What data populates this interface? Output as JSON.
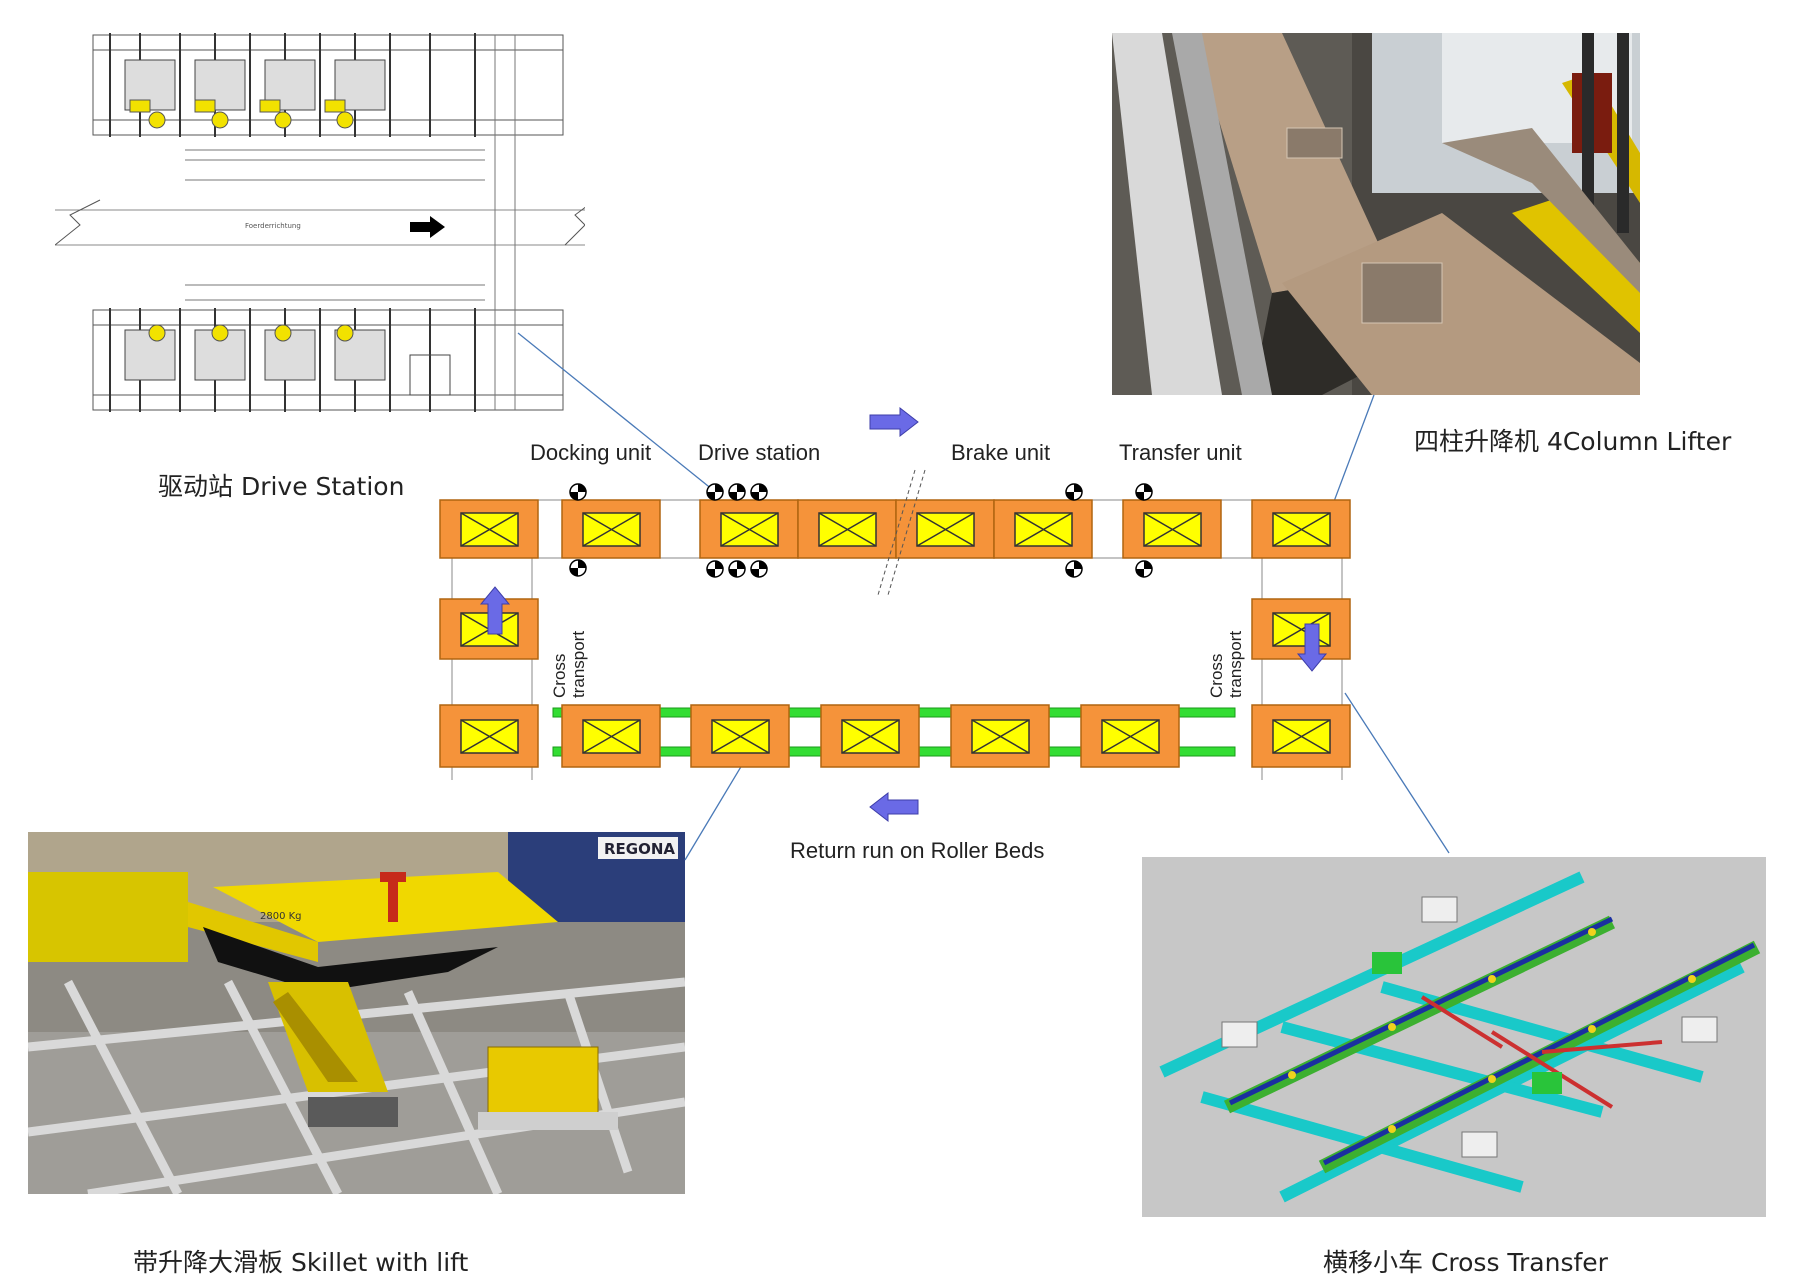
{
  "captions": {
    "drive_station": "驱动站 Drive Station",
    "column_lifter": "四柱升降机 4Column Lifter",
    "skillet_with_lift": "带升降大滑板 Skillet with lift",
    "cross_transfer": "横移小车  Cross Transfer"
  },
  "diagram": {
    "units": {
      "docking": "Docking unit",
      "drive": "Drive station",
      "brake": "Brake unit",
      "transfer": "Transfer unit"
    },
    "cross_transport": "Cross\ntransport",
    "return_run": "Return run on Roller Beds"
  },
  "photos": {
    "skillet_load_label": "2800 Kg",
    "skillet_sign": "REGONA"
  },
  "colors": {
    "carrier_orange": "#f5933a",
    "carrier_yellow": "#ffff00",
    "roller_green": "#33dd33",
    "arrow_blue": "#6a6ae6",
    "leader_line": "#4a7ab8"
  }
}
